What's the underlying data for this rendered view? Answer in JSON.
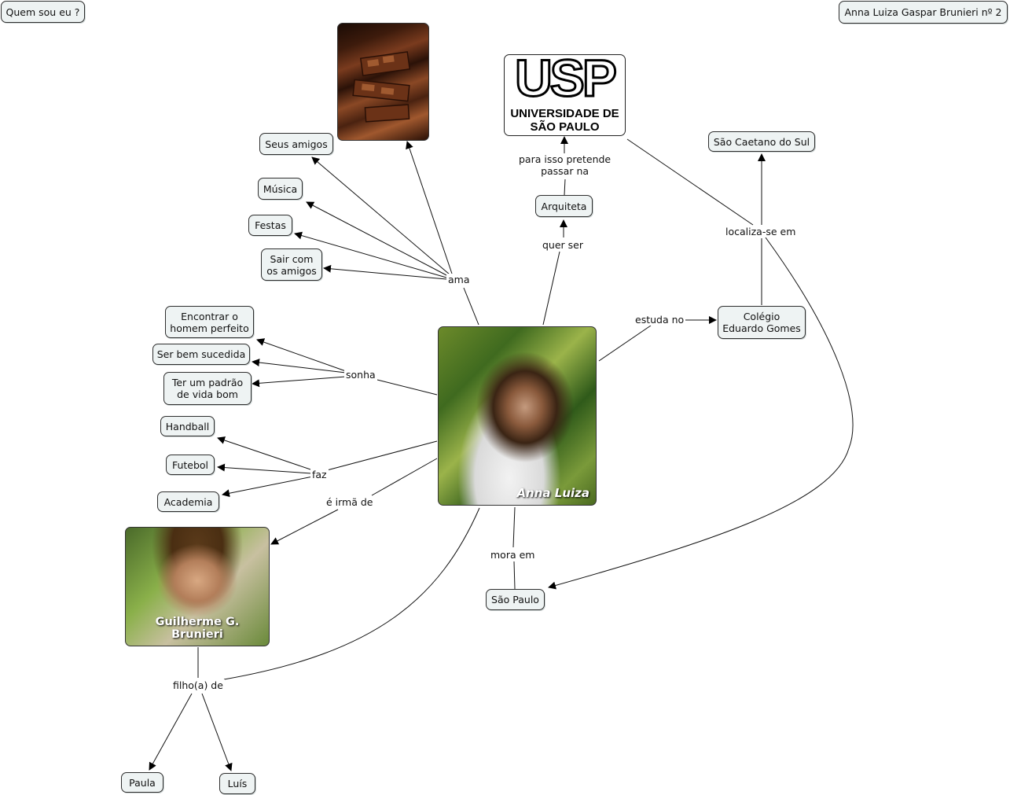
{
  "header": {
    "left_title": "Quem sou eu ?",
    "right_title": "Anna Luiza Gaspar Brunieri nº 2"
  },
  "central": {
    "caption": "Anna Luiza",
    "image": "portrait-photo"
  },
  "brother": {
    "caption": "Guilherme G. Brunieri",
    "image": "portrait-photo"
  },
  "chocolate": {
    "image": "chocolate-photo"
  },
  "usp_logo": {
    "letters": "USP",
    "line1": "UNIVERSIDADE DE",
    "line2": "SÃO PAULO"
  },
  "links": {
    "ama": "ama",
    "sonha": "sonha",
    "faz": "faz",
    "irma": "é irmã de",
    "mora": "mora em",
    "estuda": "estuda no",
    "quer_ser": "quer ser",
    "pretende": "para isso pretende\npassar na",
    "localiza": "localiza-se em",
    "filho": "filho(a) de"
  },
  "nodes": {
    "seus_amigos": "Seus amigos",
    "musica": "Música",
    "festas": "Festas",
    "sair": "Sair com\nos amigos",
    "encontrar": "Encontrar o\nhomem perfeito",
    "ser_bem": "Ser bem sucedida",
    "ter_padrao": "Ter um padrão\nde vida bom",
    "handball": "Handball",
    "futebol": "Futebol",
    "academia": "Academia",
    "sao_paulo": "São Paulo",
    "colegio": "Colégio\nEduardo Gomes",
    "arquiteta": "Arquiteta",
    "sao_caetano": "São Caetano do Sul",
    "paula": "Paula",
    "luis": "Luís"
  }
}
